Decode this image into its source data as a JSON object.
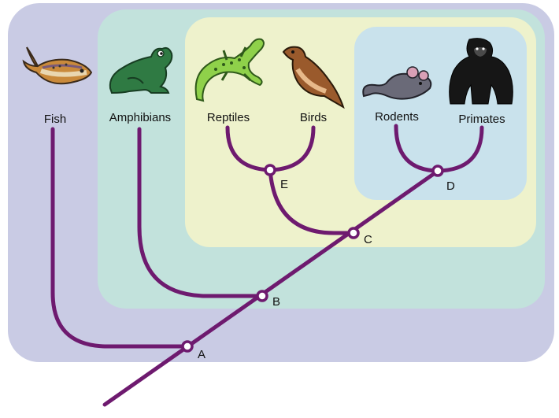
{
  "taxa": {
    "fish": "Fish",
    "amphibians": "Amphibians",
    "reptiles": "Reptiles",
    "birds": "Birds",
    "rodents": "Rodents",
    "primates": "Primates"
  },
  "nodes": {
    "a": "A",
    "b": "B",
    "c": "C",
    "d": "D",
    "e": "E"
  },
  "colors": {
    "branch": "#6e1a6f",
    "outer_group": "#c9cbe4",
    "tetrapod_group": "#c2e2dc",
    "amniote_group": "#eef2cc",
    "mammal_group": "#c9e2ec"
  },
  "icons": {
    "fish": "fish-icon",
    "amphibians": "frog-icon",
    "reptiles": "lizard-icon",
    "birds": "bird-icon",
    "rodents": "mouse-icon",
    "primates": "gorilla-icon"
  }
}
